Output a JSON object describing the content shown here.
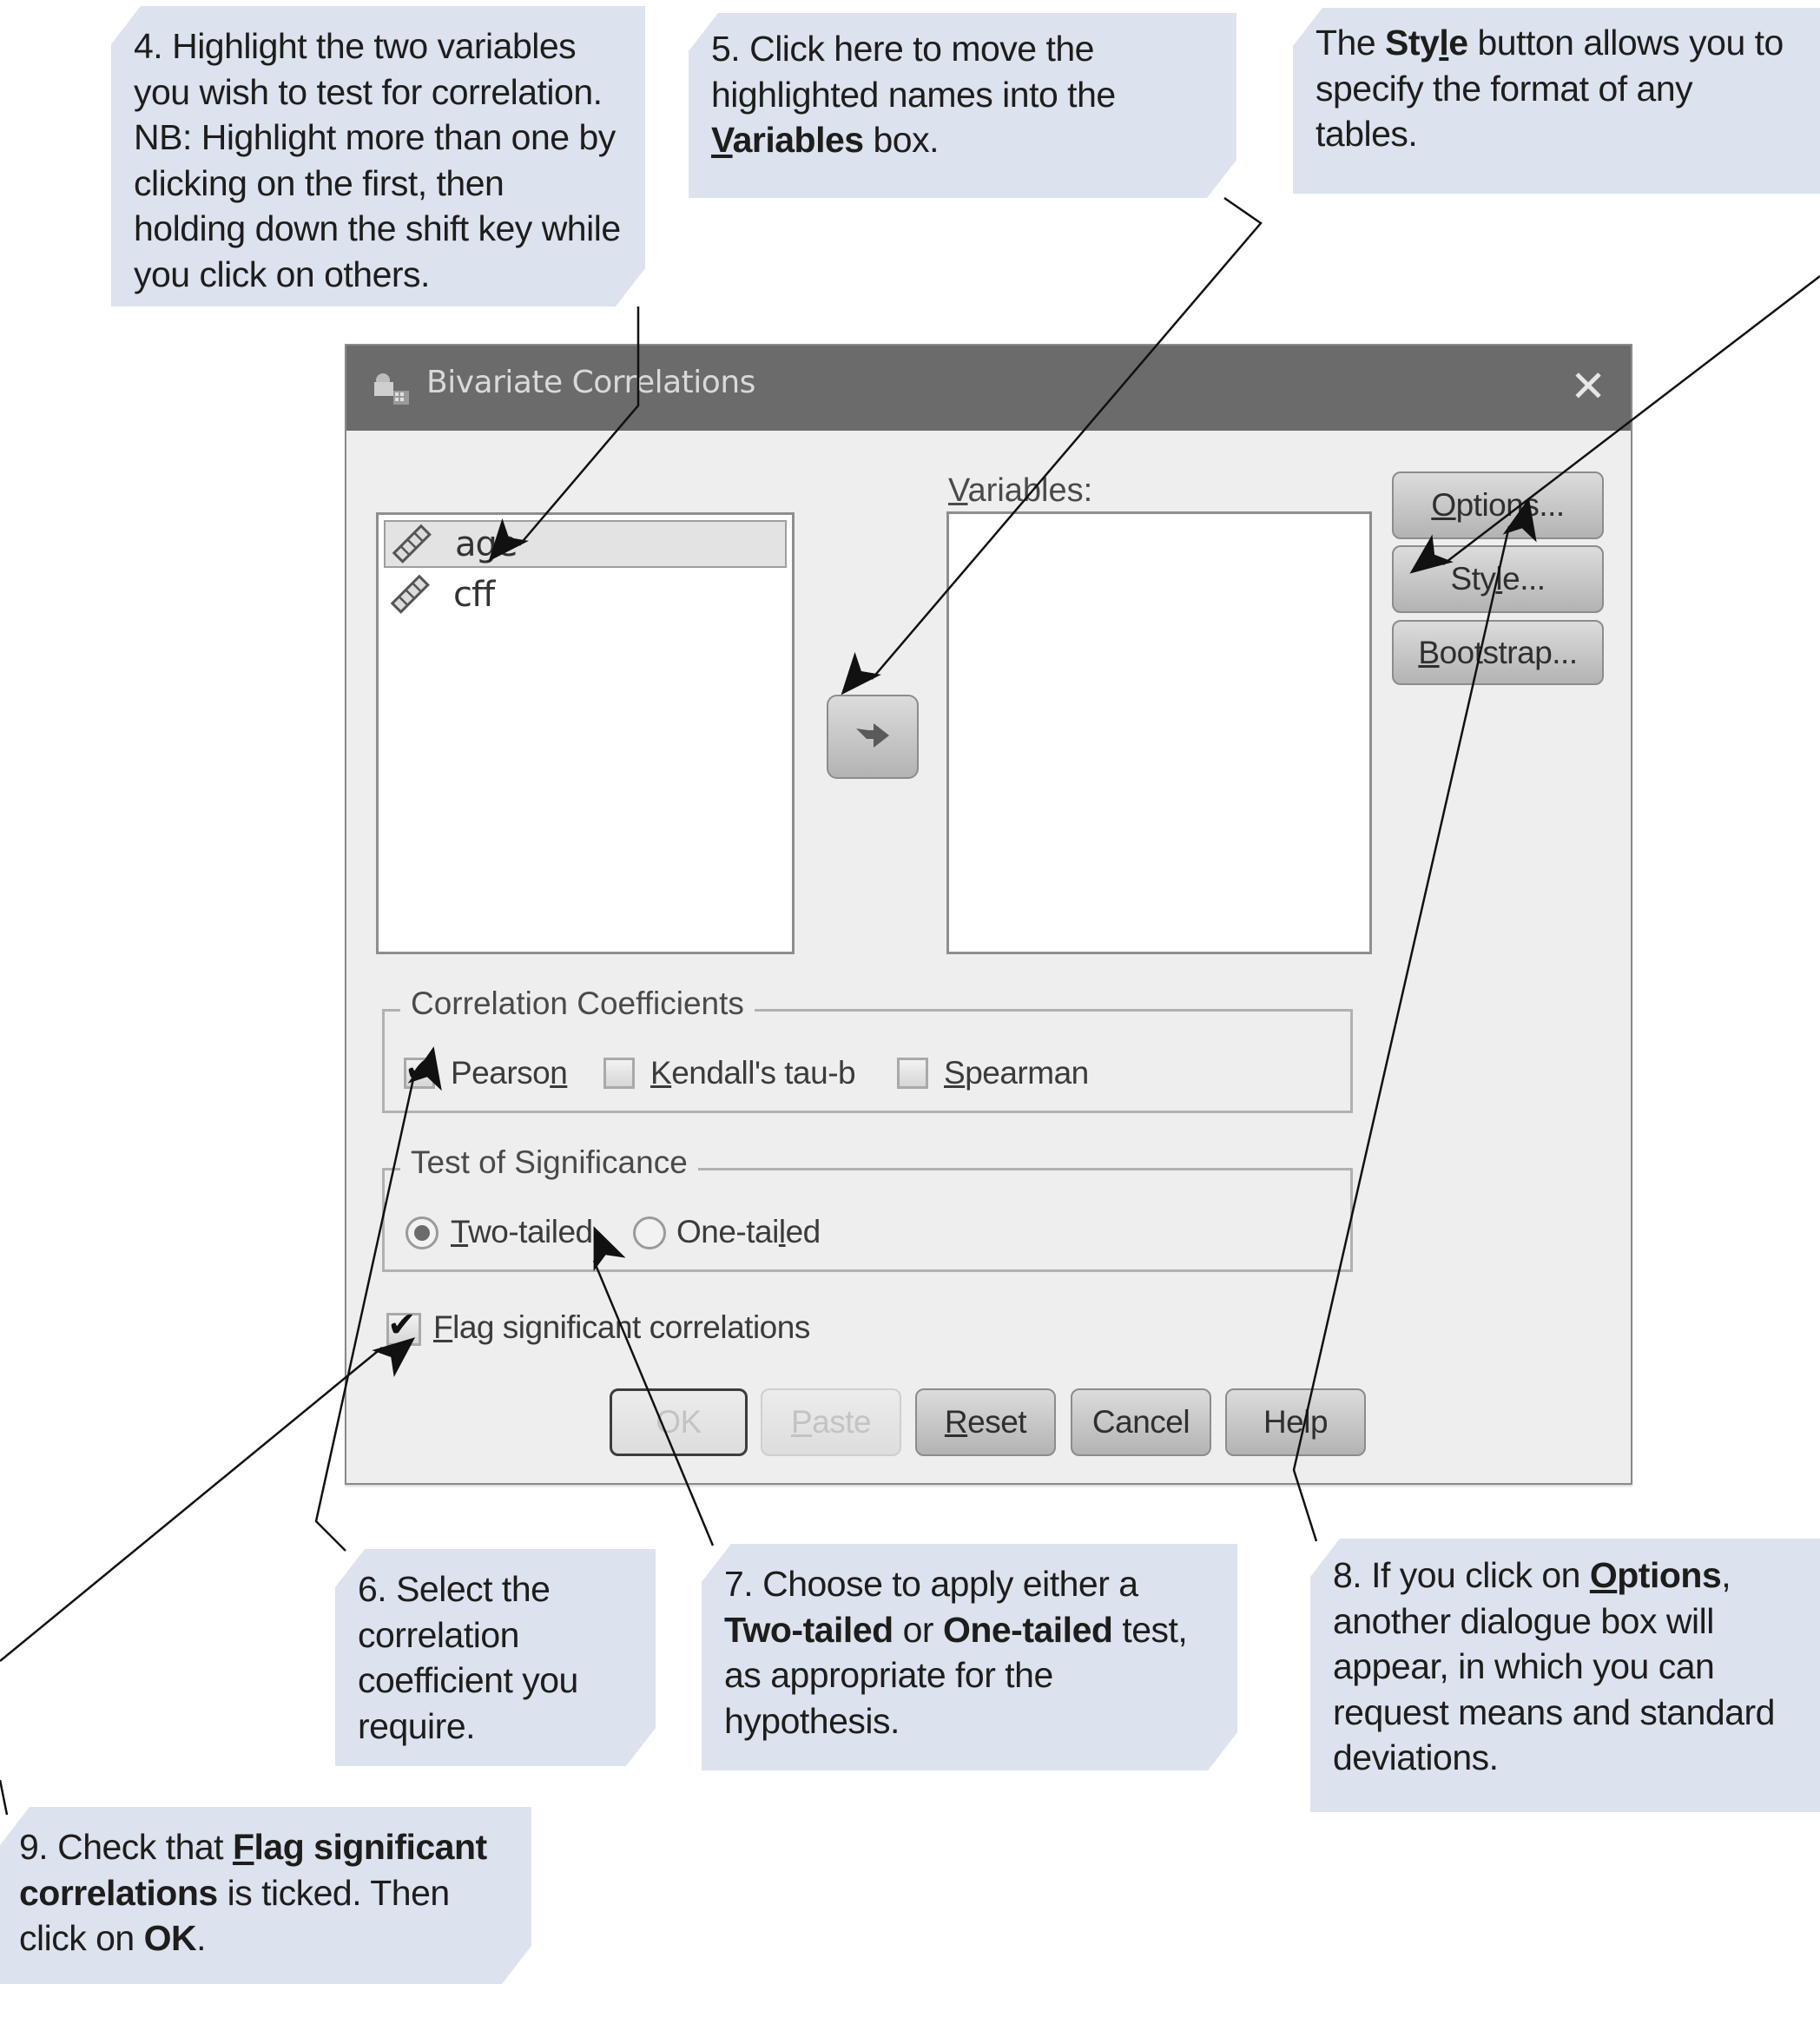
{
  "dialog": {
    "title": "Bivariate Correlations",
    "close_label": "✕",
    "source_list": [
      {
        "name": "age",
        "icon": "scale-ruler-icon",
        "selected": true
      },
      {
        "name": "cff",
        "icon": "scale-ruler-icon",
        "selected": false
      }
    ],
    "variables_label_prefix": "V",
    "variables_label_rest": "ariables:",
    "move_button_icon": "right-arrow-icon",
    "side_buttons": {
      "options": {
        "u": "O",
        "rest": "ptions..."
      },
      "style": {
        "pre": "Sty",
        "u": "l",
        "rest": "e..."
      },
      "bootstrap": {
        "u": "B",
        "rest": "ootstrap..."
      }
    },
    "correlation_coefficients": {
      "legend": "Correlation Coefficients",
      "pearson": {
        "pre": "Pearso",
        "u": "n",
        "rest": "",
        "checked": true
      },
      "kendall": {
        "pre": "",
        "u": "K",
        "rest": "endall's tau-b",
        "checked": false
      },
      "spearman": {
        "pre": "",
        "u": "S",
        "rest": "pearman",
        "checked": false
      }
    },
    "test_of_significance": {
      "legend": "Test of Significance",
      "two_tailed": {
        "u": "T",
        "rest": "wo-tailed",
        "selected": true
      },
      "one_tailed": {
        "pre": "One-tai",
        "u": "l",
        "rest": "ed",
        "selected": false
      }
    },
    "flag_significant": {
      "u": "F",
      "rest": "lag significant correlations",
      "checked": true
    },
    "footer_buttons": {
      "ok": {
        "label": "OK",
        "enabled": false
      },
      "paste": {
        "u": "P",
        "rest": "aste",
        "enabled": false
      },
      "reset": {
        "u": "R",
        "rest": "eset",
        "enabled": true
      },
      "cancel": {
        "label": "Cancel",
        "enabled": true
      },
      "help": {
        "label": "Help",
        "enabled": true
      }
    }
  },
  "callouts": {
    "step4": {
      "text": "4. Highlight the two variables you wish to test for correlation. NB: Highlight more than one by clicking on the first, then holding down the shift key while you click on others."
    },
    "step5": {
      "t1": "5. Click here to move the highlighted names into the ",
      "bold_u": "V",
      "bold_rest": "ariables",
      "t2": " box."
    },
    "style_note": {
      "t1": "The ",
      "bold_pre": "Sty",
      "bold_u": "l",
      "bold_rest": "e",
      "t2": " button allows you to specify the format of any tables."
    },
    "step6": {
      "text": "6. Select the correlation coefficient you require."
    },
    "step7": {
      "t1": "7. Choose to apply either a ",
      "b1": "Two-tailed",
      "t2": " or ",
      "b2": "One-tailed",
      "t3": " test, as appropriate for the hypothesis."
    },
    "step8": {
      "t1": "8. If you click on ",
      "bold_u": "O",
      "bold_rest": "ptions",
      "t2": ", another dialogue box will appear, in which you can request means and standard deviations."
    },
    "step9": {
      "t1": "9. Check that ",
      "bold_u": "F",
      "bold_rest": "lag significant correlations",
      "t2": " is ticked. Then click on ",
      "b2": "OK",
      "t3": "."
    }
  },
  "colors": {
    "callout_bg": "#dce2ee",
    "titlebar_bg": "#6b6b6b",
    "dialog_bg": "#eeeeee"
  }
}
